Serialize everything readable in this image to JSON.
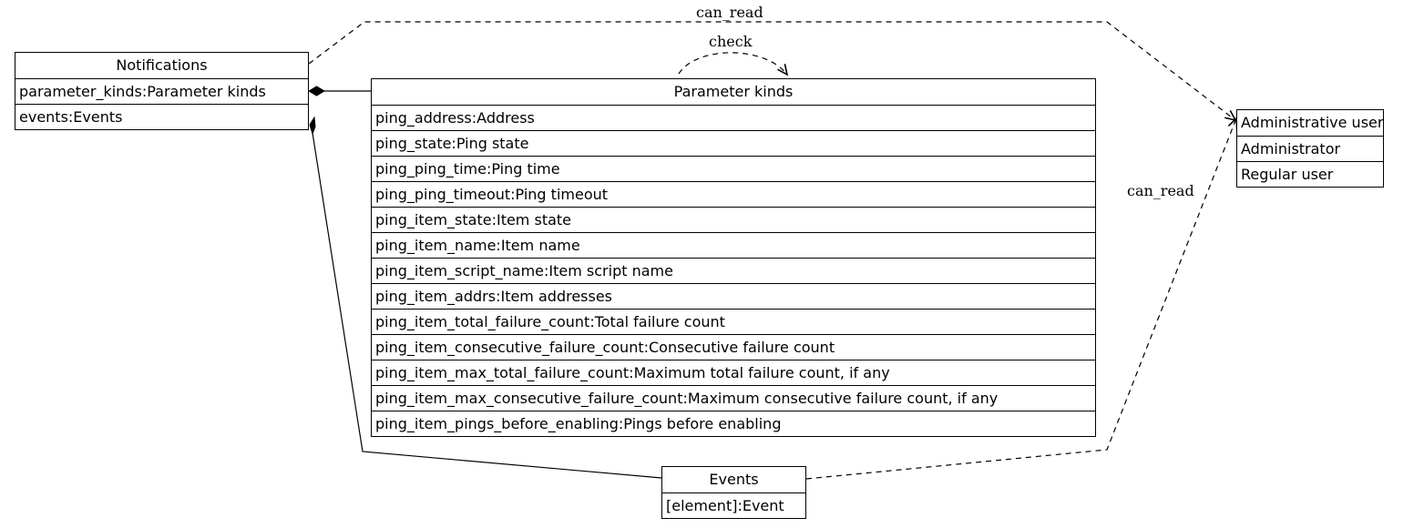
{
  "diagram": {
    "nodes": {
      "notifications": {
        "title": "Notifications",
        "fields": [
          "parameter_kinds:Parameter kinds",
          "events:Events"
        ]
      },
      "parameter_kinds": {
        "title": "Parameter kinds",
        "fields": [
          "ping_address:Address",
          "ping_state:Ping state",
          "ping_ping_time:Ping time",
          "ping_ping_timeout:Ping timeout",
          "ping_item_state:Item state",
          "ping_item_name:Item name",
          "ping_item_script_name:Item script name",
          "ping_item_addrs:Item addresses",
          "ping_item_total_failure_count:Total failure count",
          "ping_item_consecutive_failure_count:Consecutive failure count",
          "ping_item_max_total_failure_count:Maximum total failure count, if any",
          "ping_item_max_consecutive_failure_count:Maximum consecutive failure count, if any",
          "ping_item_pings_before_enabling:Pings before enabling"
        ]
      },
      "administrative_user": {
        "title": "Administrative user",
        "fields": [
          "Administrator",
          "Regular user"
        ]
      },
      "events": {
        "title": "Events",
        "fields": [
          "[element]:Event"
        ]
      }
    },
    "edges": {
      "can_read_top": "can_read",
      "check": "check",
      "can_read_right": "can_read"
    }
  },
  "colors": {
    "stroke": "#000000",
    "background": "#ffffff"
  }
}
